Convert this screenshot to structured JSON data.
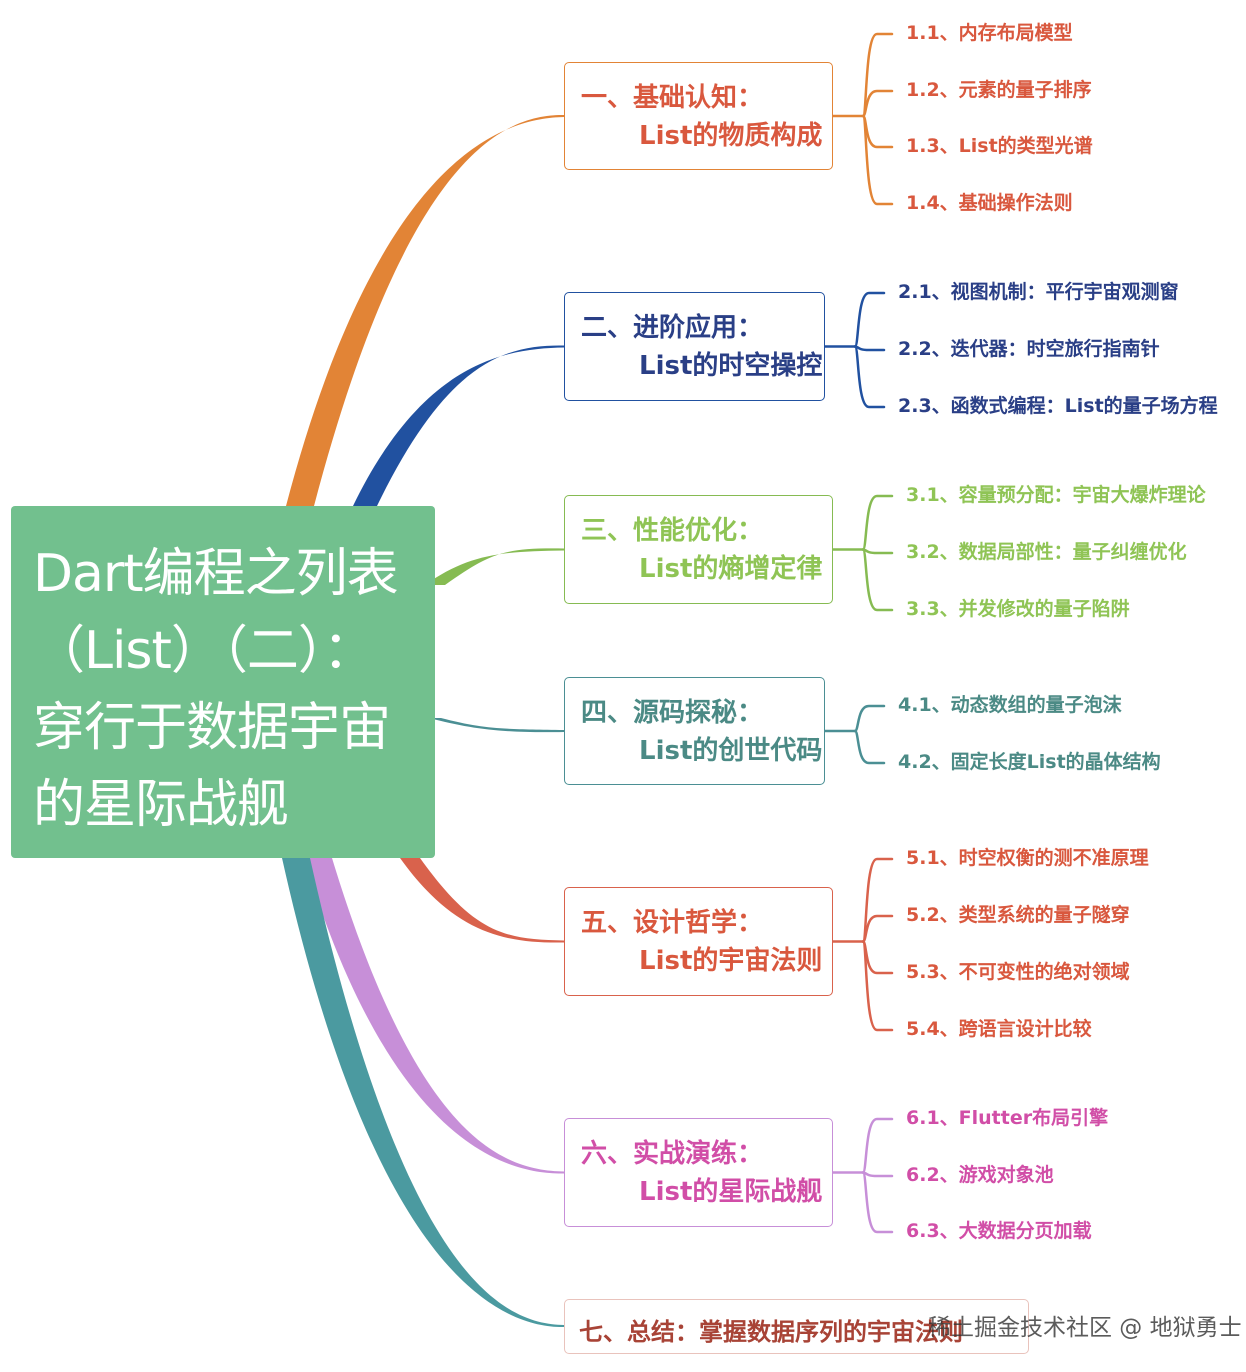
{
  "root": {
    "lines": [
      "Dart编程之列表",
      "（List）（二）：",
      "穿行于数据宇宙",
      "的星际战舰"
    ]
  },
  "branches": [
    {
      "color": "#e28436",
      "title1": "一、基础认知：",
      "title2": "List的物质构成",
      "leaves": [
        "1.1、内存布局模型",
        "1.2、元素的量子排序",
        "1.3、List的类型光谱",
        "1.4、基础操作法则"
      ]
    },
    {
      "color": "#2151a0",
      "title1": "二、进阶应用：",
      "title2": "List的时空操控",
      "leaves": [
        "2.1、视图机制：平行宇宙观测窗",
        "2.2、迭代器：时空旅行指南针",
        "2.3、函数式编程：List的量子场方程"
      ]
    },
    {
      "color": "#86bb52",
      "title1": "三、性能优化：",
      "title2": "List的熵增定律",
      "leaves": [
        "3.1、容量预分配：宇宙大爆炸理论",
        "3.2、数据局部性：量子纠缠优化",
        "3.3、并发修改的量子陷阱"
      ]
    },
    {
      "color": "#4b8f94",
      "title1": "四、源码探秘：",
      "title2": "List的创世代码",
      "leaves": [
        "4.1、动态数组的量子泡沫",
        "4.2、固定长度List的晶体结构"
      ]
    },
    {
      "color": "#d9624c",
      "title1": "五、设计哲学：",
      "title2": "List的宇宙法则",
      "leaves": [
        "5.1、时空权衡的测不准原理",
        "5.2、类型系统的量子隧穿",
        "5.3、不可变性的绝对领域",
        "5.4、跨语言设计比较"
      ]
    },
    {
      "color": "#c78fd8",
      "title1": "六、实战演练：",
      "title2": "List的星际战舰",
      "leaves": [
        "6.1、Flutter布局引擎",
        "6.2、游戏对象池",
        "6.3、大数据分页加载"
      ]
    }
  ],
  "summary": {
    "text": "七、总结：掌握数据序列的宇宙法则",
    "color": "#4b9aa0"
  },
  "watermark": "稀土掘金技术社区 @ 地狱勇士",
  "colors": {
    "root_fill": "#72c08e",
    "text": [
      "#d9583e",
      "#2a3f86",
      "#8fc455",
      "#4b8a85",
      "#d9583e",
      "#d14ea7"
    ],
    "leaf_text": [
      "#d9583e",
      "#2a3f86",
      "#8fc455",
      "#4b8a85",
      "#d9583e",
      "#d14ea7"
    ]
  }
}
